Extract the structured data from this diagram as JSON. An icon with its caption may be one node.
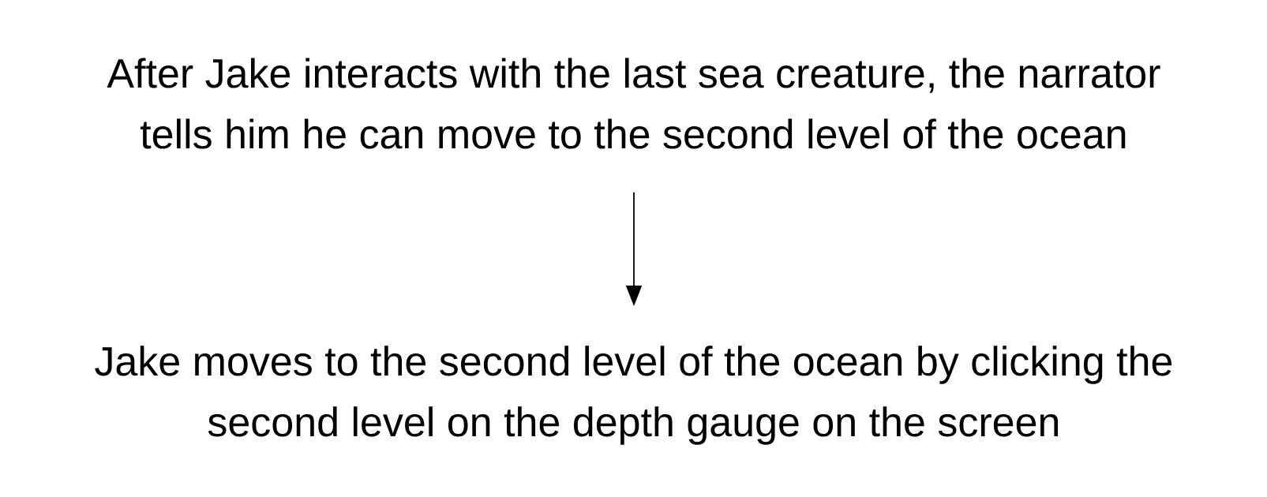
{
  "diagram": {
    "nodes": [
      {
        "text": [
          "After Jake interacts with the last sea creature, the narrator tells him he can move to the second level of the ocean"
        ]
      },
      {
        "text": [
          "Jake moves to the second level of the ocean by clicking the second level on the depth gauge on the screen"
        ]
      }
    ],
    "edges": [
      {
        "from": 0,
        "to": 1,
        "arrow": "to"
      }
    ]
  }
}
